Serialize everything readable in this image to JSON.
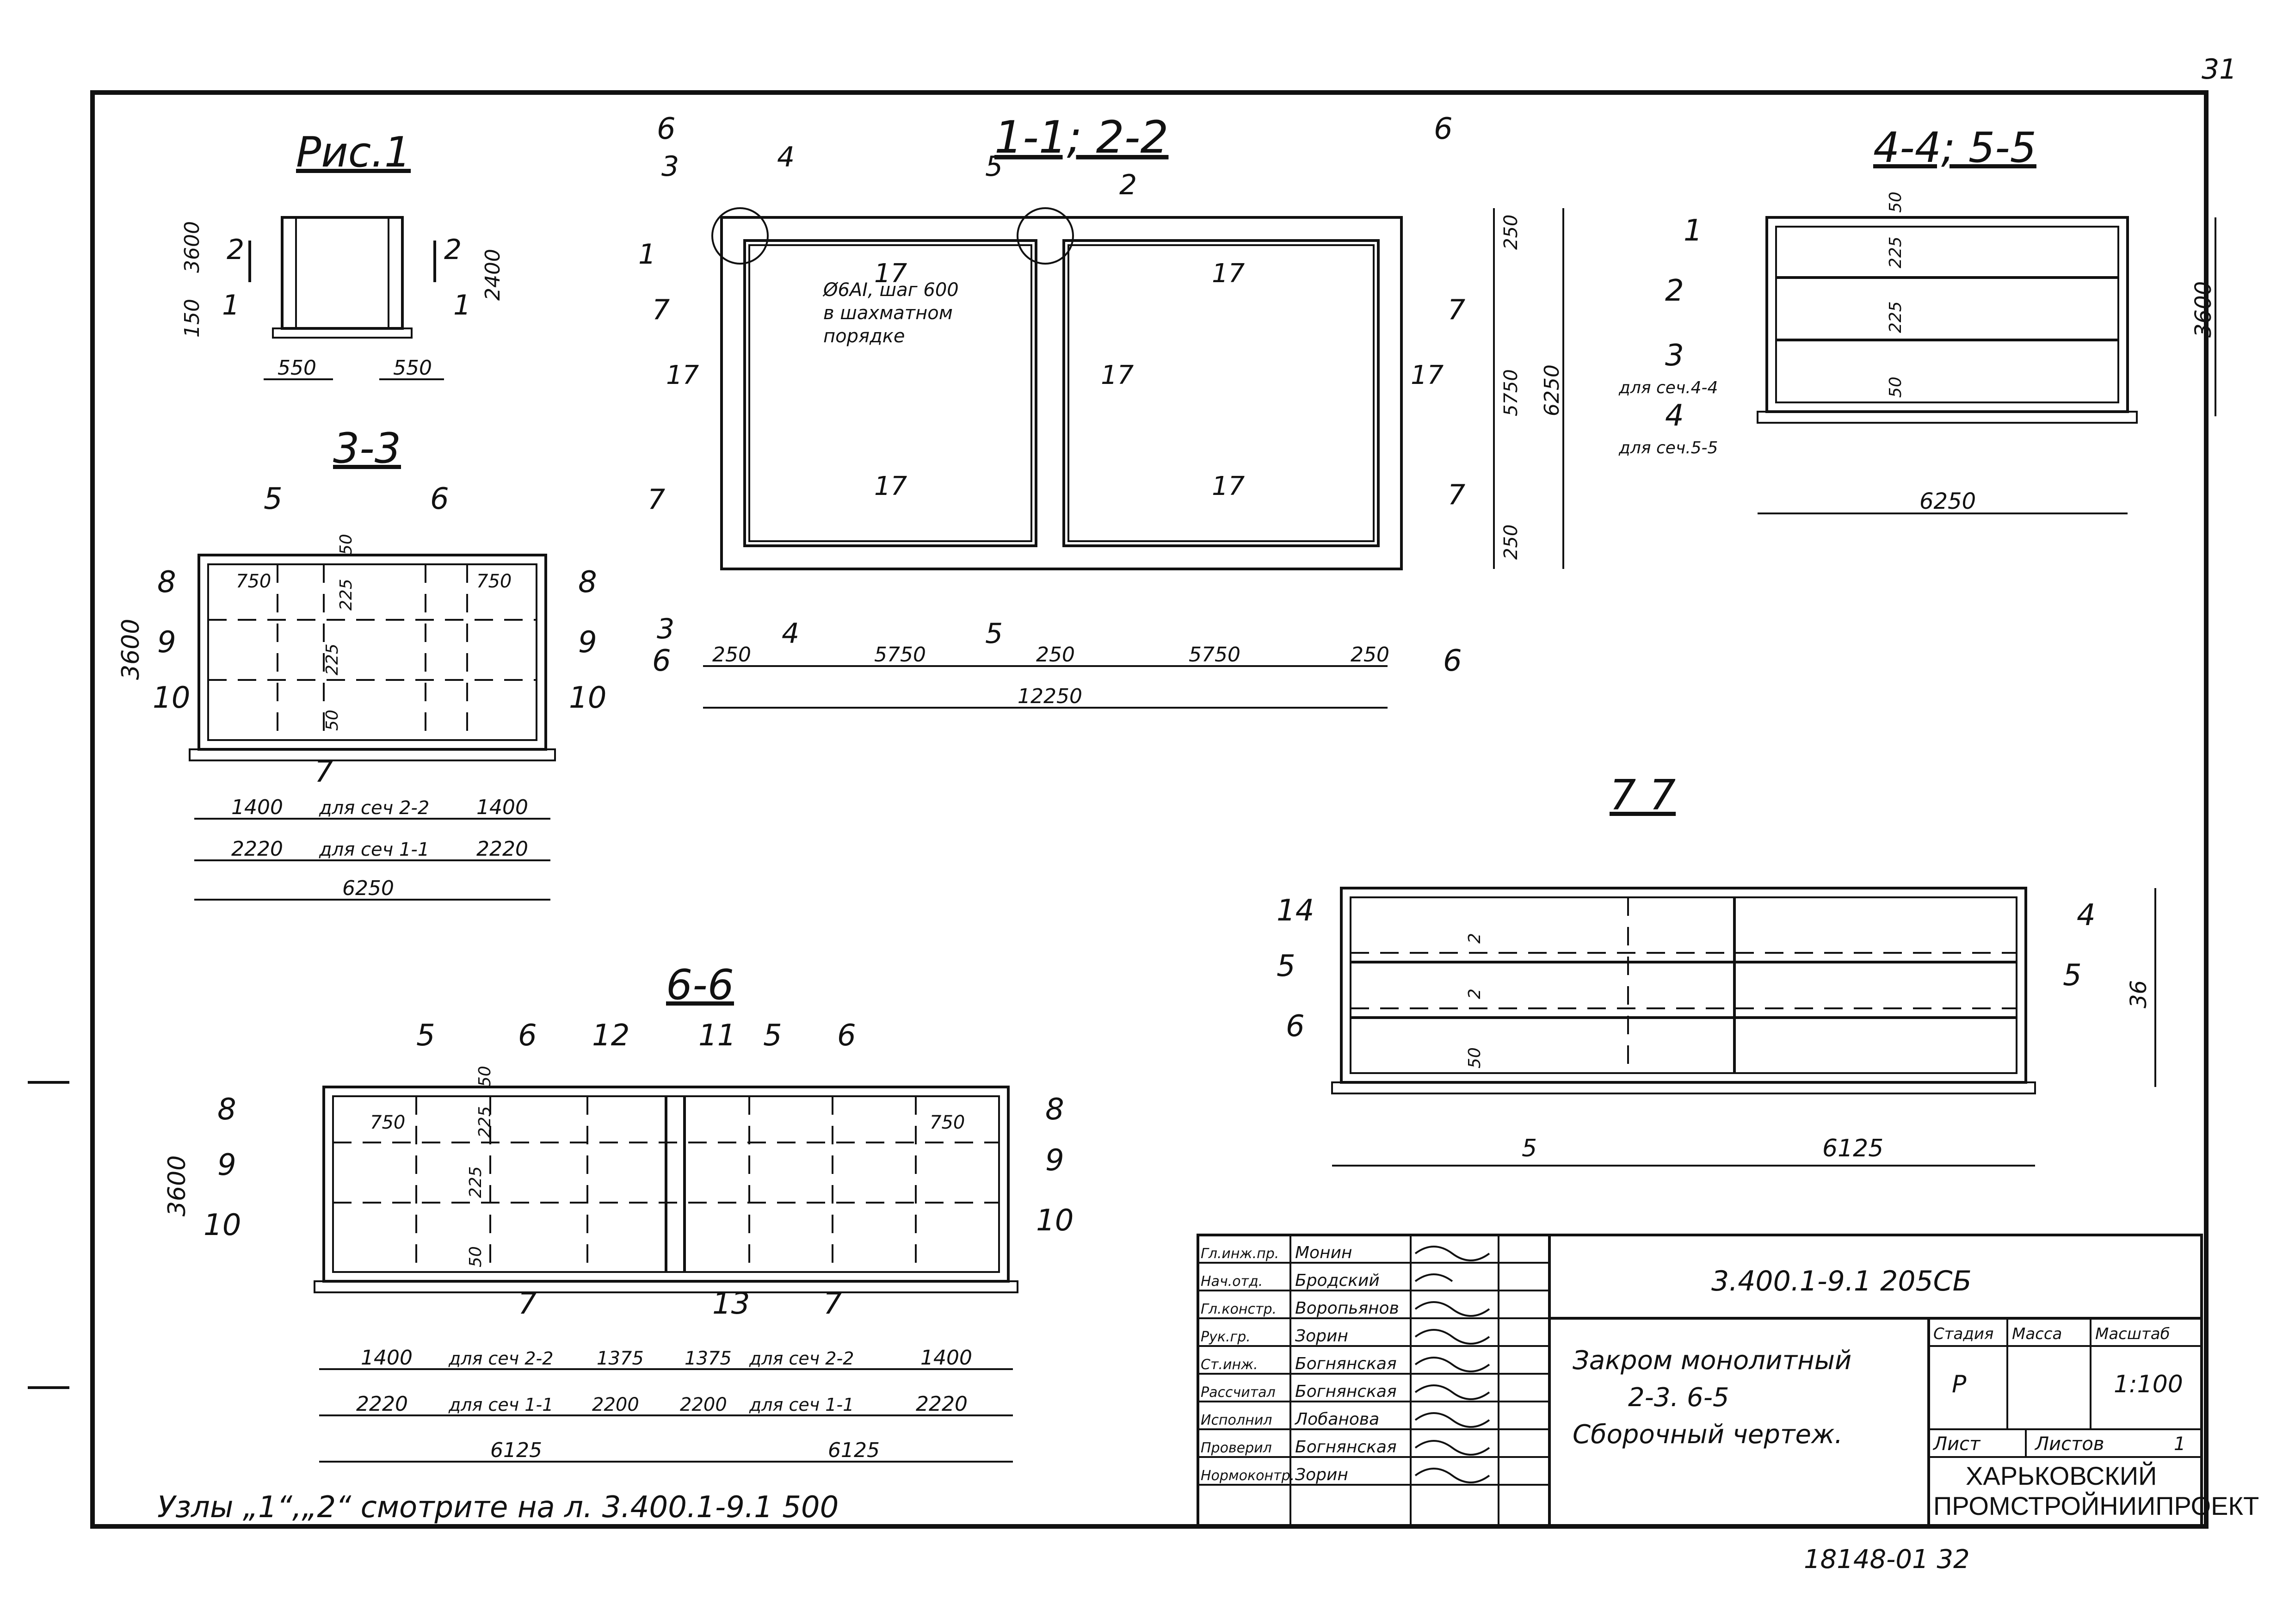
{
  "page_number": "31",
  "fig1": {
    "title": "Рис.1",
    "dim_left_a": "3600",
    "dim_left_b": "150",
    "dim_right": "2400",
    "dim_w1": "550",
    "dim_w2": "550",
    "mark_a": "2",
    "mark_b": "1",
    "mark_c": "2",
    "mark_d": "1"
  },
  "sec33": {
    "title": "3-3",
    "labels_left": [
      "8",
      "9",
      "10"
    ],
    "labels_right": [
      "8",
      "9",
      "10"
    ],
    "label_top_a": "5",
    "label_top_b": "6",
    "label_bottom": "7",
    "dim_height": "3600",
    "dim_750a": "750",
    "dim_750b": "750",
    "dim_50": "50",
    "dim_225": "225",
    "dim_225b": "225",
    "dim_50b": "50",
    "row1": [
      "1400",
      "для сеч 2-2",
      "1400"
    ],
    "row2": [
      "2220",
      "для сеч 1-1",
      "2220"
    ],
    "total": "6250"
  },
  "plan": {
    "title": "1-1; 2-2",
    "cut6": "6",
    "cut3": "3",
    "cut4": "4",
    "cut5": "5",
    "cut2": "2",
    "cut7": "7",
    "cut1": "1",
    "note": [
      "Ø6AI, шаг 600",
      "в шахматном",
      "порядке"
    ],
    "mark17": "17",
    "dims_bottom": [
      "250",
      "5750",
      "250",
      "5750",
      "250"
    ],
    "total": "12250",
    "dims_right": [
      "250",
      "5750",
      "250"
    ],
    "dim_outer": "6250"
  },
  "sec44": {
    "title": "4-4; 5-5",
    "labels": [
      "1",
      "2",
      "3",
      "4"
    ],
    "sub3": "для сеч.4-4",
    "sub4": "для сеч.5-5",
    "dims": [
      "50",
      "225",
      "225",
      "50"
    ],
    "height": "3600",
    "width": "6250"
  },
  "sec66": {
    "title": "6-6",
    "top_labels": [
      "5",
      "6",
      "12",
      "11",
      "5",
      "6"
    ],
    "left_labels": [
      "8",
      "9",
      "10"
    ],
    "right_labels": [
      "8",
      "9",
      "10"
    ],
    "bottom_labels": [
      "7",
      "13",
      "7"
    ],
    "height": "3600",
    "d750a": "750",
    "d750b": "750",
    "d50": "50",
    "d225": "225",
    "d225b": "225",
    "d50b": "50",
    "row1": [
      "1400",
      "для сеч 2-2",
      "1375",
      "1375",
      "для сеч 2-2",
      "1400"
    ],
    "row2": [
      "2220",
      "для сеч 1-1",
      "2200",
      "2200",
      "для сеч 1-1",
      "2220"
    ],
    "row3": [
      "6125",
      "6125"
    ]
  },
  "sec77": {
    "title": "7 7",
    "left_labels": [
      "14",
      "5",
      "6"
    ],
    "right_labels": [
      "4",
      "5"
    ],
    "height": "36",
    "d2a": "2",
    "d2b": "2",
    "d50": "50",
    "dims": [
      "5",
      "6125"
    ]
  },
  "footnote": "Узлы „1“,„2“ смотрите на л. 3.400.1-9.1 500",
  "stamp": {
    "code": "3.400.1-9.1 205СБ",
    "title_lines": [
      "Закром монолитный",
      "2-3. 6-5",
      "Сборочный чертеж."
    ],
    "roles": [
      {
        "role": "Гл.инж.пр.",
        "name": "Монин"
      },
      {
        "role": "Нач.отд.",
        "name": "Бродский"
      },
      {
        "role": "Гл.констр.",
        "name": "Воропьянов"
      },
      {
        "role": "Рук.гр.",
        "name": "Зорин"
      },
      {
        "role": "Ст.инж.",
        "name": "Богнянская"
      },
      {
        "role": "Рассчитал",
        "name": "Богнянская"
      },
      {
        "role": "Исполнил",
        "name": "Лобанова"
      },
      {
        "role": "Проверил",
        "name": "Богнянская"
      },
      {
        "role": "Нормоконтр.",
        "name": "Зорин"
      }
    ],
    "stage_label": "Стадия",
    "mass_label": "Масса",
    "scale_label": "Масштаб",
    "stage": "Р",
    "mass": "",
    "scale": "1:100",
    "sheet_label": "Лист",
    "sheets_label": "Листов",
    "sheets": "1",
    "org": [
      "ХАРЬКОВСКИЙ",
      "ПРОМСТРОЙНИИПРОЕКТ"
    ]
  },
  "archive_number": "18148-01 32"
}
